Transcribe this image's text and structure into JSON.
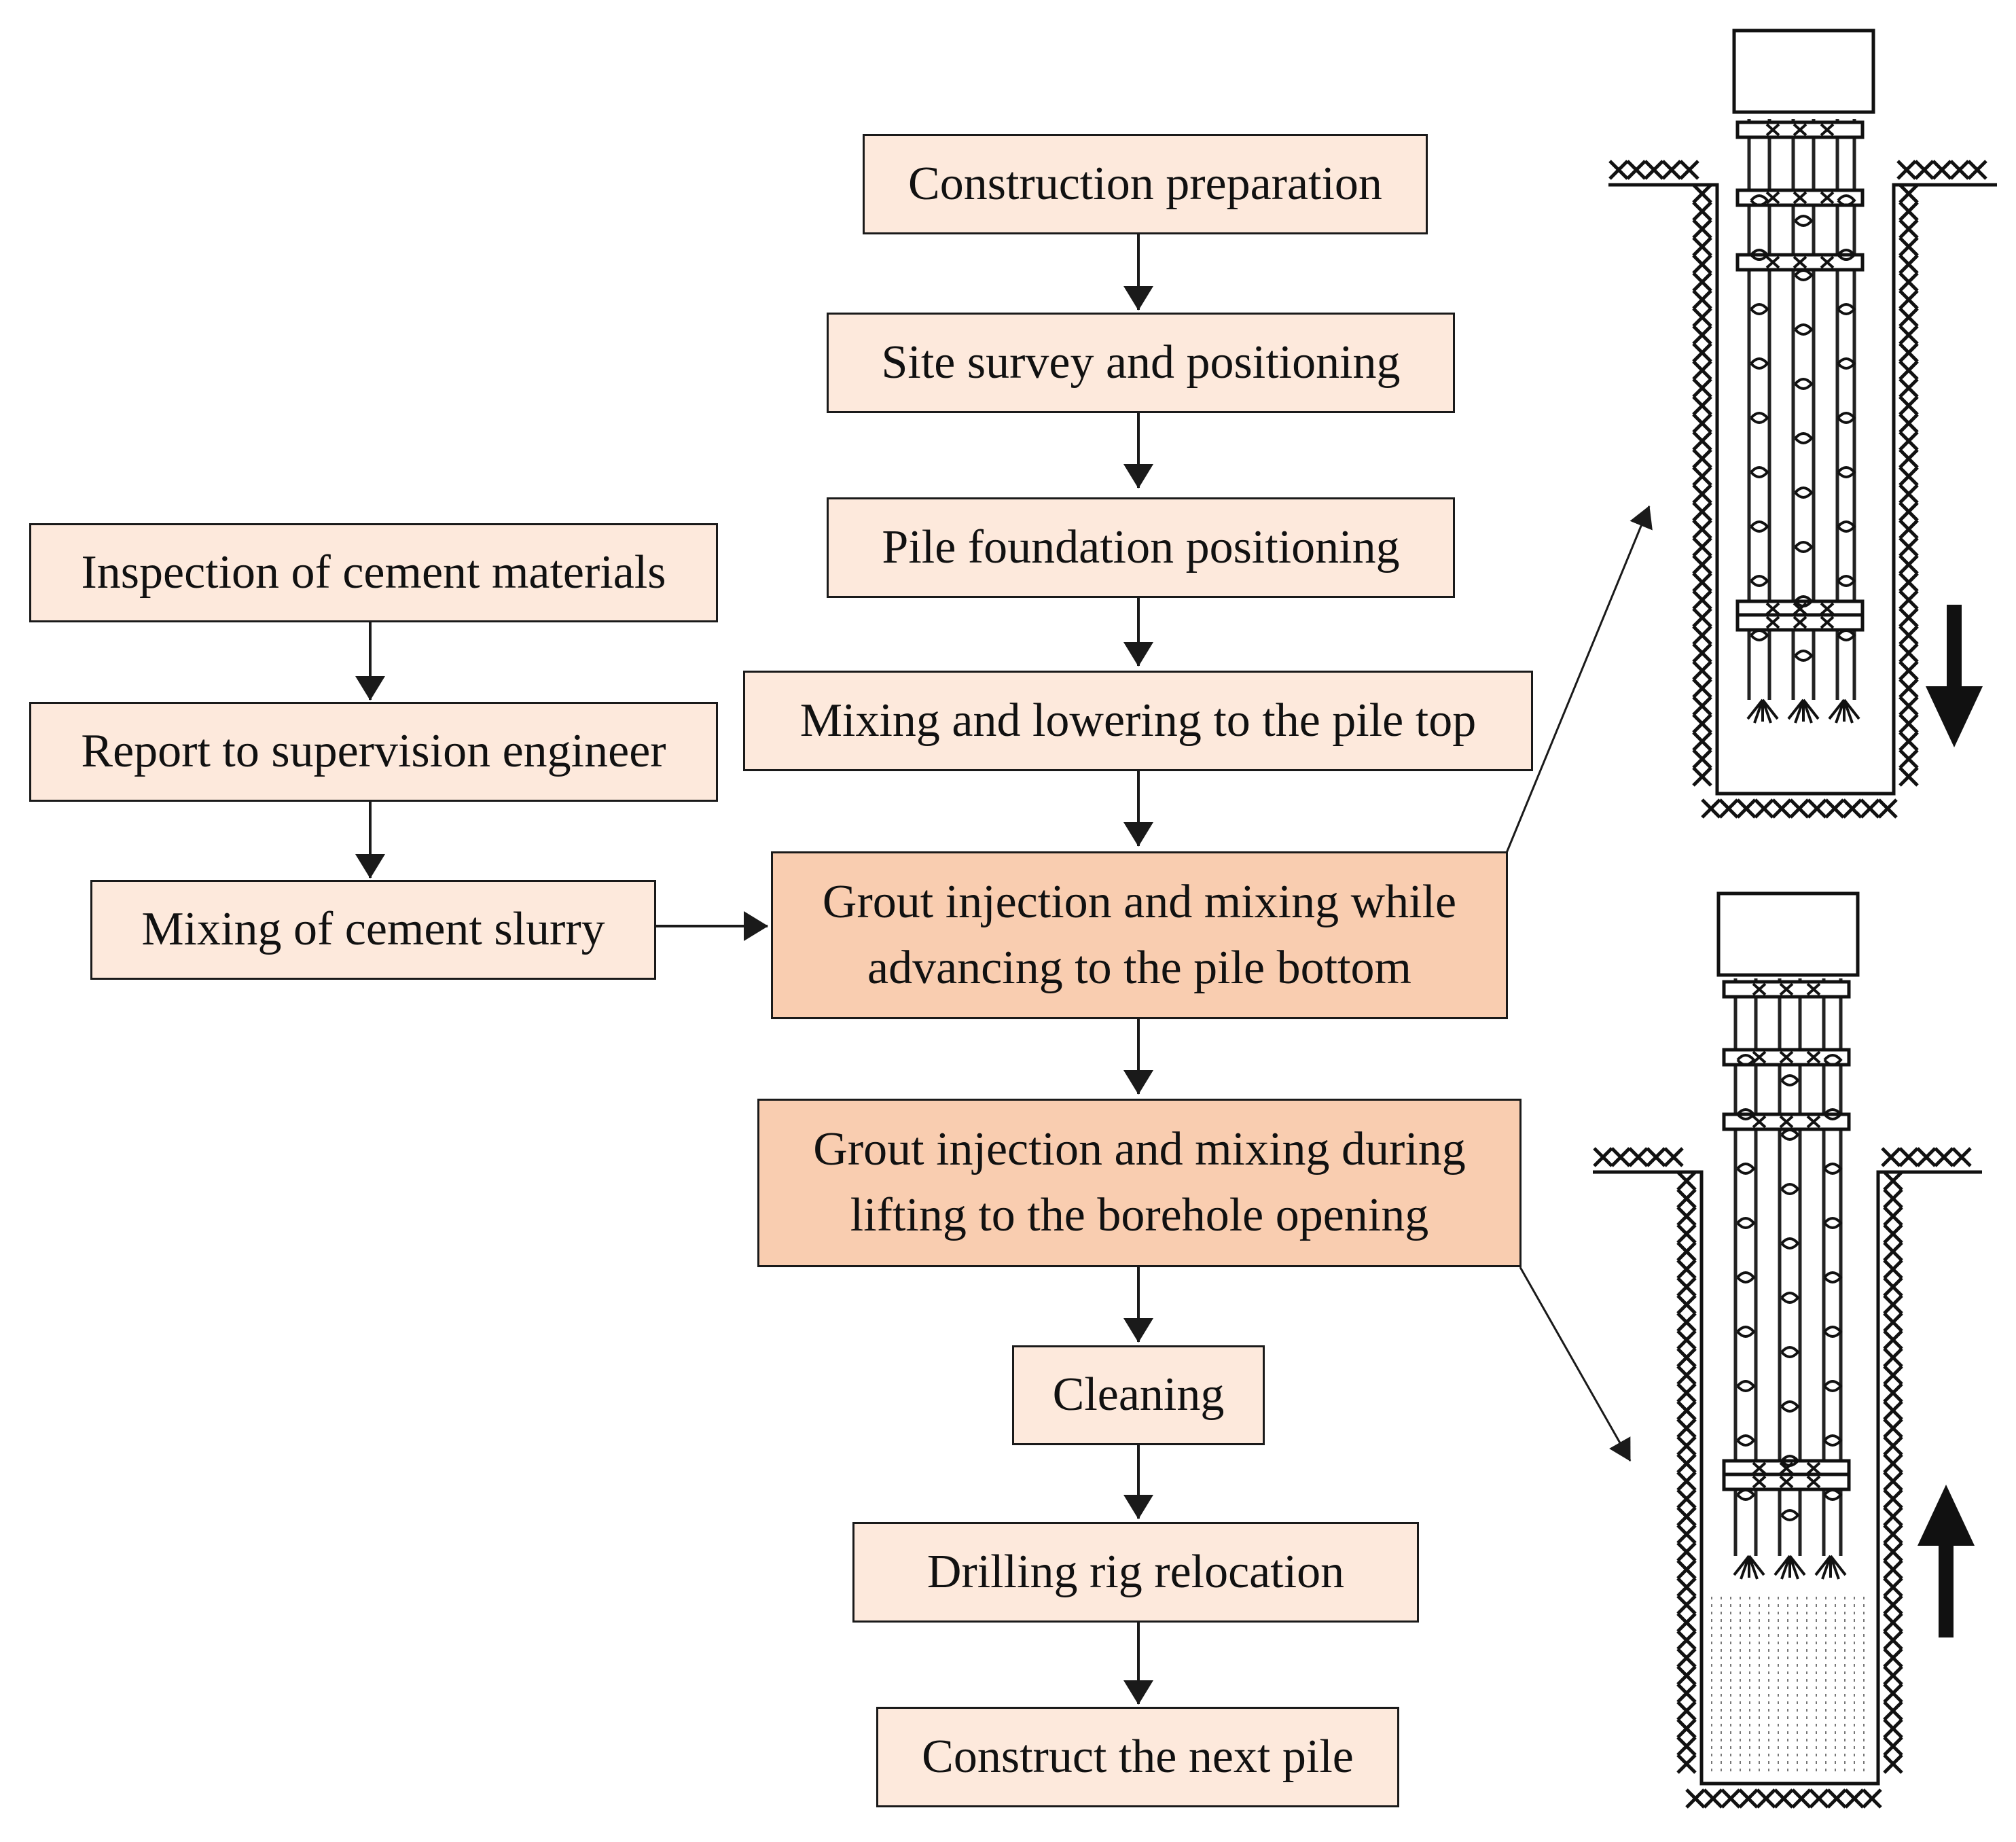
{
  "main_flow": [
    {
      "id": "construction-preparation",
      "lines": [
        "Construction preparation"
      ]
    },
    {
      "id": "site-survey",
      "lines": [
        "Site survey and positioning"
      ]
    },
    {
      "id": "pile-foundation-positioning",
      "lines": [
        "Pile foundation positioning"
      ]
    },
    {
      "id": "mixing-lowering",
      "lines": [
        "Mixing and lowering to the pile top"
      ]
    },
    {
      "id": "grout-advancing",
      "lines": [
        "Grout injection and mixing while",
        "advancing to the pile bottom"
      ]
    },
    {
      "id": "grout-lifting",
      "lines": [
        "Grout injection and mixing during",
        "lifting to the borehole opening"
      ]
    },
    {
      "id": "cleaning",
      "lines": [
        "Cleaning"
      ]
    },
    {
      "id": "rig-relocation",
      "lines": [
        "Drilling rig relocation"
      ]
    },
    {
      "id": "next-pile",
      "lines": [
        "Construct the next pile"
      ]
    }
  ],
  "side_flow": [
    {
      "id": "inspection-cement",
      "lines": [
        "Inspection of cement materials"
      ]
    },
    {
      "id": "report-supervision",
      "lines": [
        "Report to supervision engineer"
      ]
    },
    {
      "id": "mixing-slurry",
      "lines": [
        "Mixing of cement slurry"
      ]
    }
  ],
  "colors": {
    "box_fill": "#fde9dc",
    "box_fill_highlight": "#f9cdb0",
    "stroke": "#1a1a1a"
  },
  "illustrations": [
    {
      "name": "drilling-down-illustration",
      "direction": "down"
    },
    {
      "name": "drilling-up-illustration",
      "direction": "up"
    }
  ]
}
